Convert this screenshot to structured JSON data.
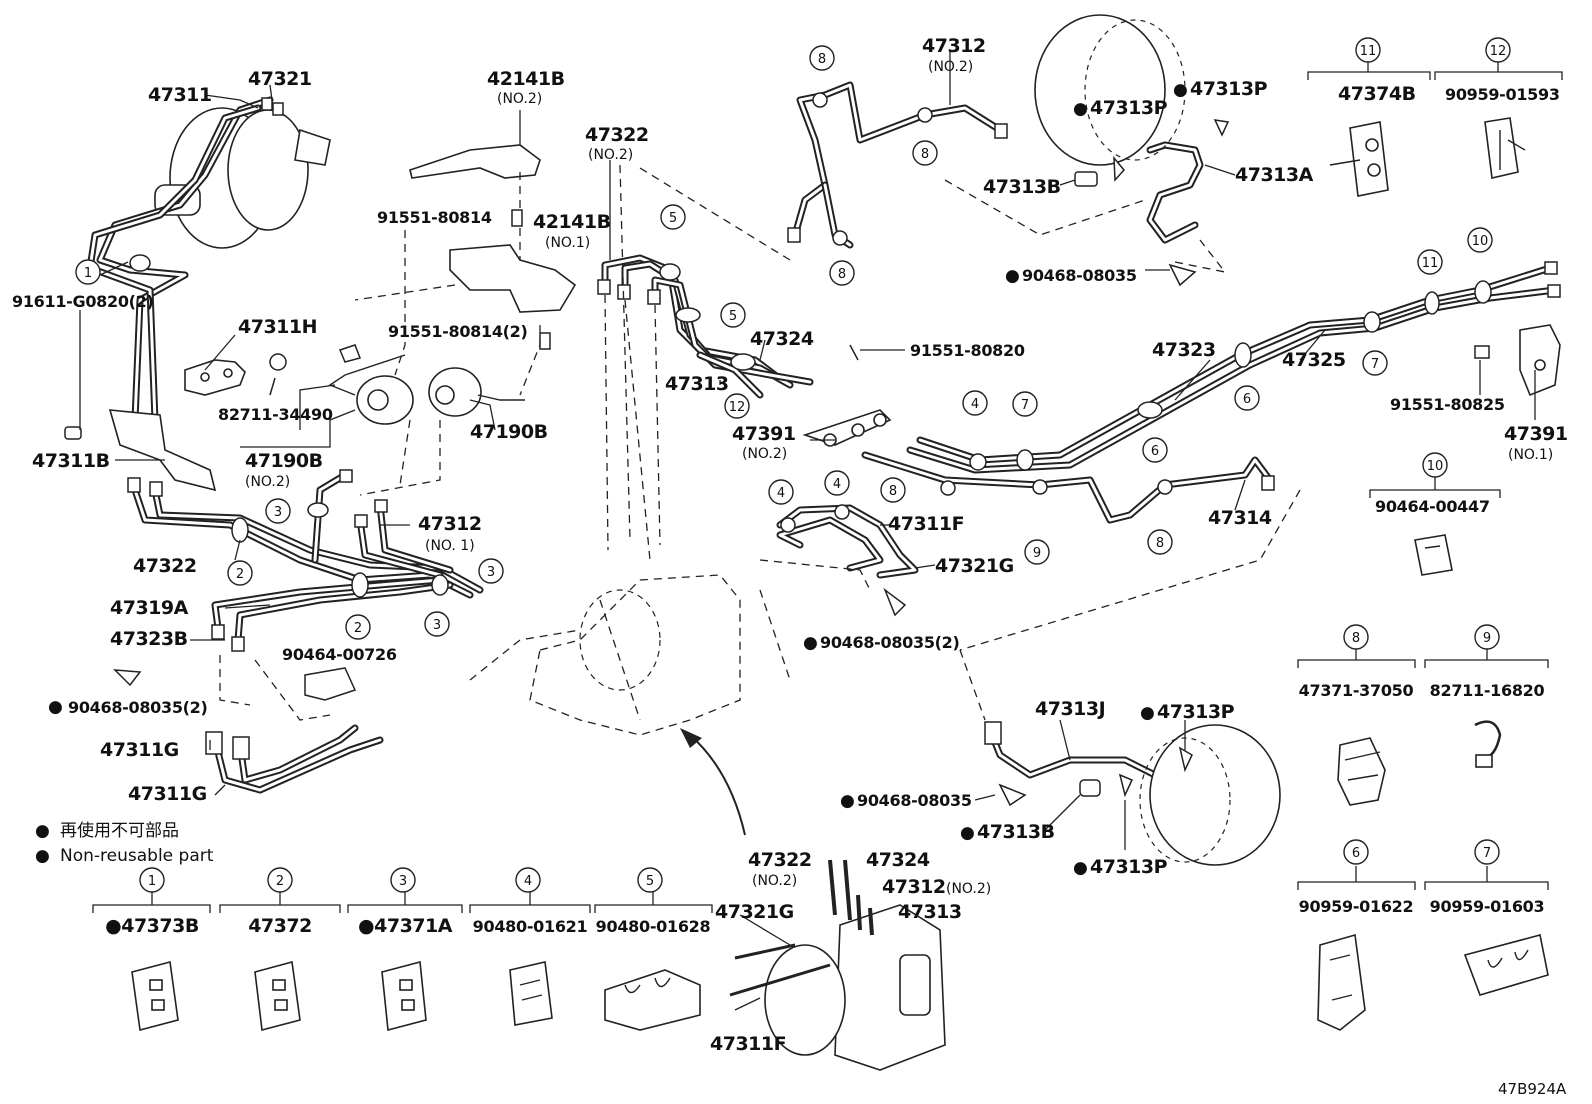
{
  "diagram": {
    "parts": {
      "p47311": "47311",
      "p47321": "47321",
      "p42141B_no2": "42141B",
      "p42141B_no2_sub": "(NO.2)",
      "p91551_80814": "91551-80814",
      "p42141B_no1": "42141B",
      "p42141B_no1_sub": "(NO.1)",
      "p91611": "91611-G0820(2)",
      "p47311H": "47311H",
      "p91551_80814_2": "91551-80814(2)",
      "p82711_34490": "82711-34490",
      "p47190B_no2": "47190B",
      "p47190B_no2_sub": "(NO.2)",
      "p47190B": "47190B",
      "p47311B": "47311B",
      "p47322_left": "47322",
      "p47312_no1": "47312",
      "p47312_no1_sub": "(NO. 1)",
      "p47319A": "47319A",
      "p47323B": "47323B",
      "p90464_00726": "90464-00726",
      "p90468_left": "90468-08035(2)",
      "p47311G_a": "47311G",
      "p47311G_b": "47311G",
      "p47322_top": "47322",
      "p47322_top_sub": "(NO.2)",
      "p47324": "47324",
      "p47313": "47313",
      "p47391_no2": "47391",
      "p47391_no2_sub": "(NO.2)",
      "p47312_no2": "47312",
      "p47312_no2_sub": "(NO.2)",
      "p47313P_a": "47313P",
      "p47313P_b": "47313P",
      "p47313B_top": "47313B",
      "p47313A": "47313A",
      "p90468_top": "90468-08035",
      "p91551_80820": "91551-80820",
      "p47323": "47323",
      "p47325": "47325",
      "p91551_80825": "91551-80825",
      "p47391_no1": "47391",
      "p47391_no1_sub": "(NO.1)",
      "p47311F": "47311F",
      "p47321G": "47321G",
      "p47314": "47314",
      "p90468_mid": "90468-08035(2)",
      "p47313J": "47313J",
      "p47313P_c": "47313P",
      "p90468_bottom": "90468-08035",
      "p47313B_bottom": "47313B",
      "p47313P_d": "47313P",
      "p47374B": "47374B",
      "p90959_01593": "90959-01593",
      "p90464_00447": "90464-00447",
      "ins_47322": "47322",
      "ins_47322_sub": "(NO.2)",
      "ins_47324": "47324",
      "ins_47312": "47312",
      "ins_47312_sub": "(NO.2)",
      "ins_47313": "47313",
      "ins_47321G": "47321G",
      "ins_47311F": "47311F"
    },
    "legend": {
      "jp": "再使用不可部品",
      "en": "Non-reusable part",
      "bullet": "●"
    },
    "clips": [
      {
        "ref": "1",
        "part": "47373B",
        "nonreusable": true
      },
      {
        "ref": "2",
        "part": "47372",
        "nonreusable": false
      },
      {
        "ref": "3",
        "part": "47371A",
        "nonreusable": true
      },
      {
        "ref": "4",
        "part": "90480-01621",
        "nonreusable": false
      },
      {
        "ref": "5",
        "part": "90480-01628",
        "nonreusable": false
      },
      {
        "ref": "6",
        "part": "90959-01622",
        "nonreusable": false
      },
      {
        "ref": "7",
        "part": "90959-01603",
        "nonreusable": false
      },
      {
        "ref": "8",
        "part": "47371-37050",
        "nonreusable": false
      },
      {
        "ref": "9",
        "part": "82711-16820",
        "nonreusable": false
      },
      {
        "ref": "10",
        "part": "90464-00447",
        "nonreusable": false
      },
      {
        "ref": "11",
        "part": "47374B",
        "nonreusable": false
      },
      {
        "ref": "12",
        "part": "90959-01593",
        "nonreusable": false
      }
    ],
    "callouts": {
      "c1": "1",
      "c2": "2",
      "c3": "3",
      "c4": "4",
      "c5": "5",
      "c6": "6",
      "c7": "7",
      "c8": "8",
      "c9": "9",
      "c10": "10",
      "c11": "11",
      "c12": "12"
    },
    "figure_code": "47B924A"
  }
}
